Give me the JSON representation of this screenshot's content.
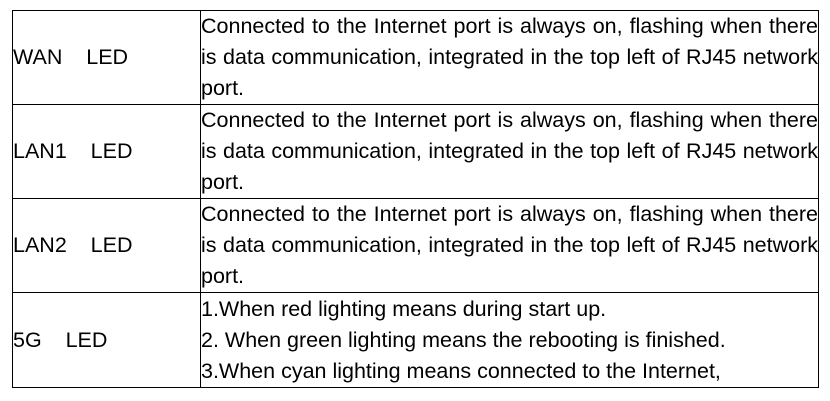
{
  "table": {
    "rows": [
      {
        "name": "WAN    LED",
        "description": "Connected to the Internet port is always on, flashing when there is data communication, integrated in the top left of RJ45 network port."
      },
      {
        "name": "LAN1    LED",
        "description": "Connected to the Internet port is always on, flashing when there is data communication, integrated in the top left of RJ45 network port."
      },
      {
        "name": "LAN2    LED",
        "description": "Connected to the Internet port is always on, flashing when there is data communication, integrated in the top left of RJ45 network port."
      },
      {
        "name": "5G    LED",
        "lines": [
          "1.When red lighting means during start up.",
          "2. When green lighting means the rebooting is finished.",
          "3.When cyan lighting means connected to the Internet,"
        ]
      }
    ]
  }
}
